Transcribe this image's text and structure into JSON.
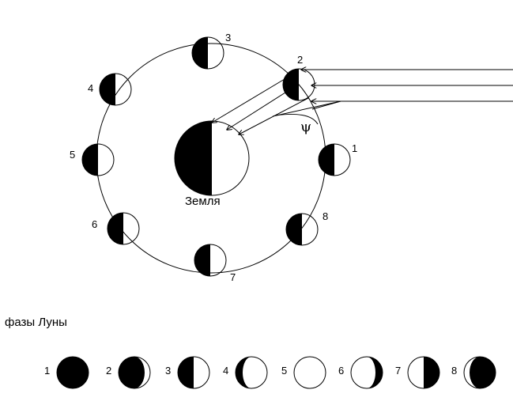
{
  "diagram": {
    "earth_label": "Земля",
    "angle_symbol": "ψ",
    "phases_title": "фазы Луны",
    "orbit_moons": [
      {
        "id": "1",
        "label": "1",
        "dark_side": "left"
      },
      {
        "id": "2",
        "label": "2",
        "dark_side": "left"
      },
      {
        "id": "3",
        "label": "3",
        "dark_side": "left"
      },
      {
        "id": "4",
        "label": "4",
        "dark_side": "left"
      },
      {
        "id": "5",
        "label": "5",
        "dark_side": "left"
      },
      {
        "id": "6",
        "label": "6",
        "dark_side": "left"
      },
      {
        "id": "7",
        "label": "7",
        "dark_side": "left"
      },
      {
        "id": "8",
        "label": "8",
        "dark_side": "left"
      }
    ],
    "phases": [
      {
        "label": "1",
        "kind": "new"
      },
      {
        "label": "2",
        "kind": "waxing-crescent"
      },
      {
        "label": "3",
        "kind": "first-quarter"
      },
      {
        "label": "4",
        "kind": "waxing-gibbous"
      },
      {
        "label": "5",
        "kind": "full"
      },
      {
        "label": "6",
        "kind": "waning-gibbous"
      },
      {
        "label": "7",
        "kind": "last-quarter"
      },
      {
        "label": "8",
        "kind": "waning-crescent"
      }
    ],
    "colors": {
      "ink": "#000000",
      "paper": "#ffffff"
    }
  }
}
